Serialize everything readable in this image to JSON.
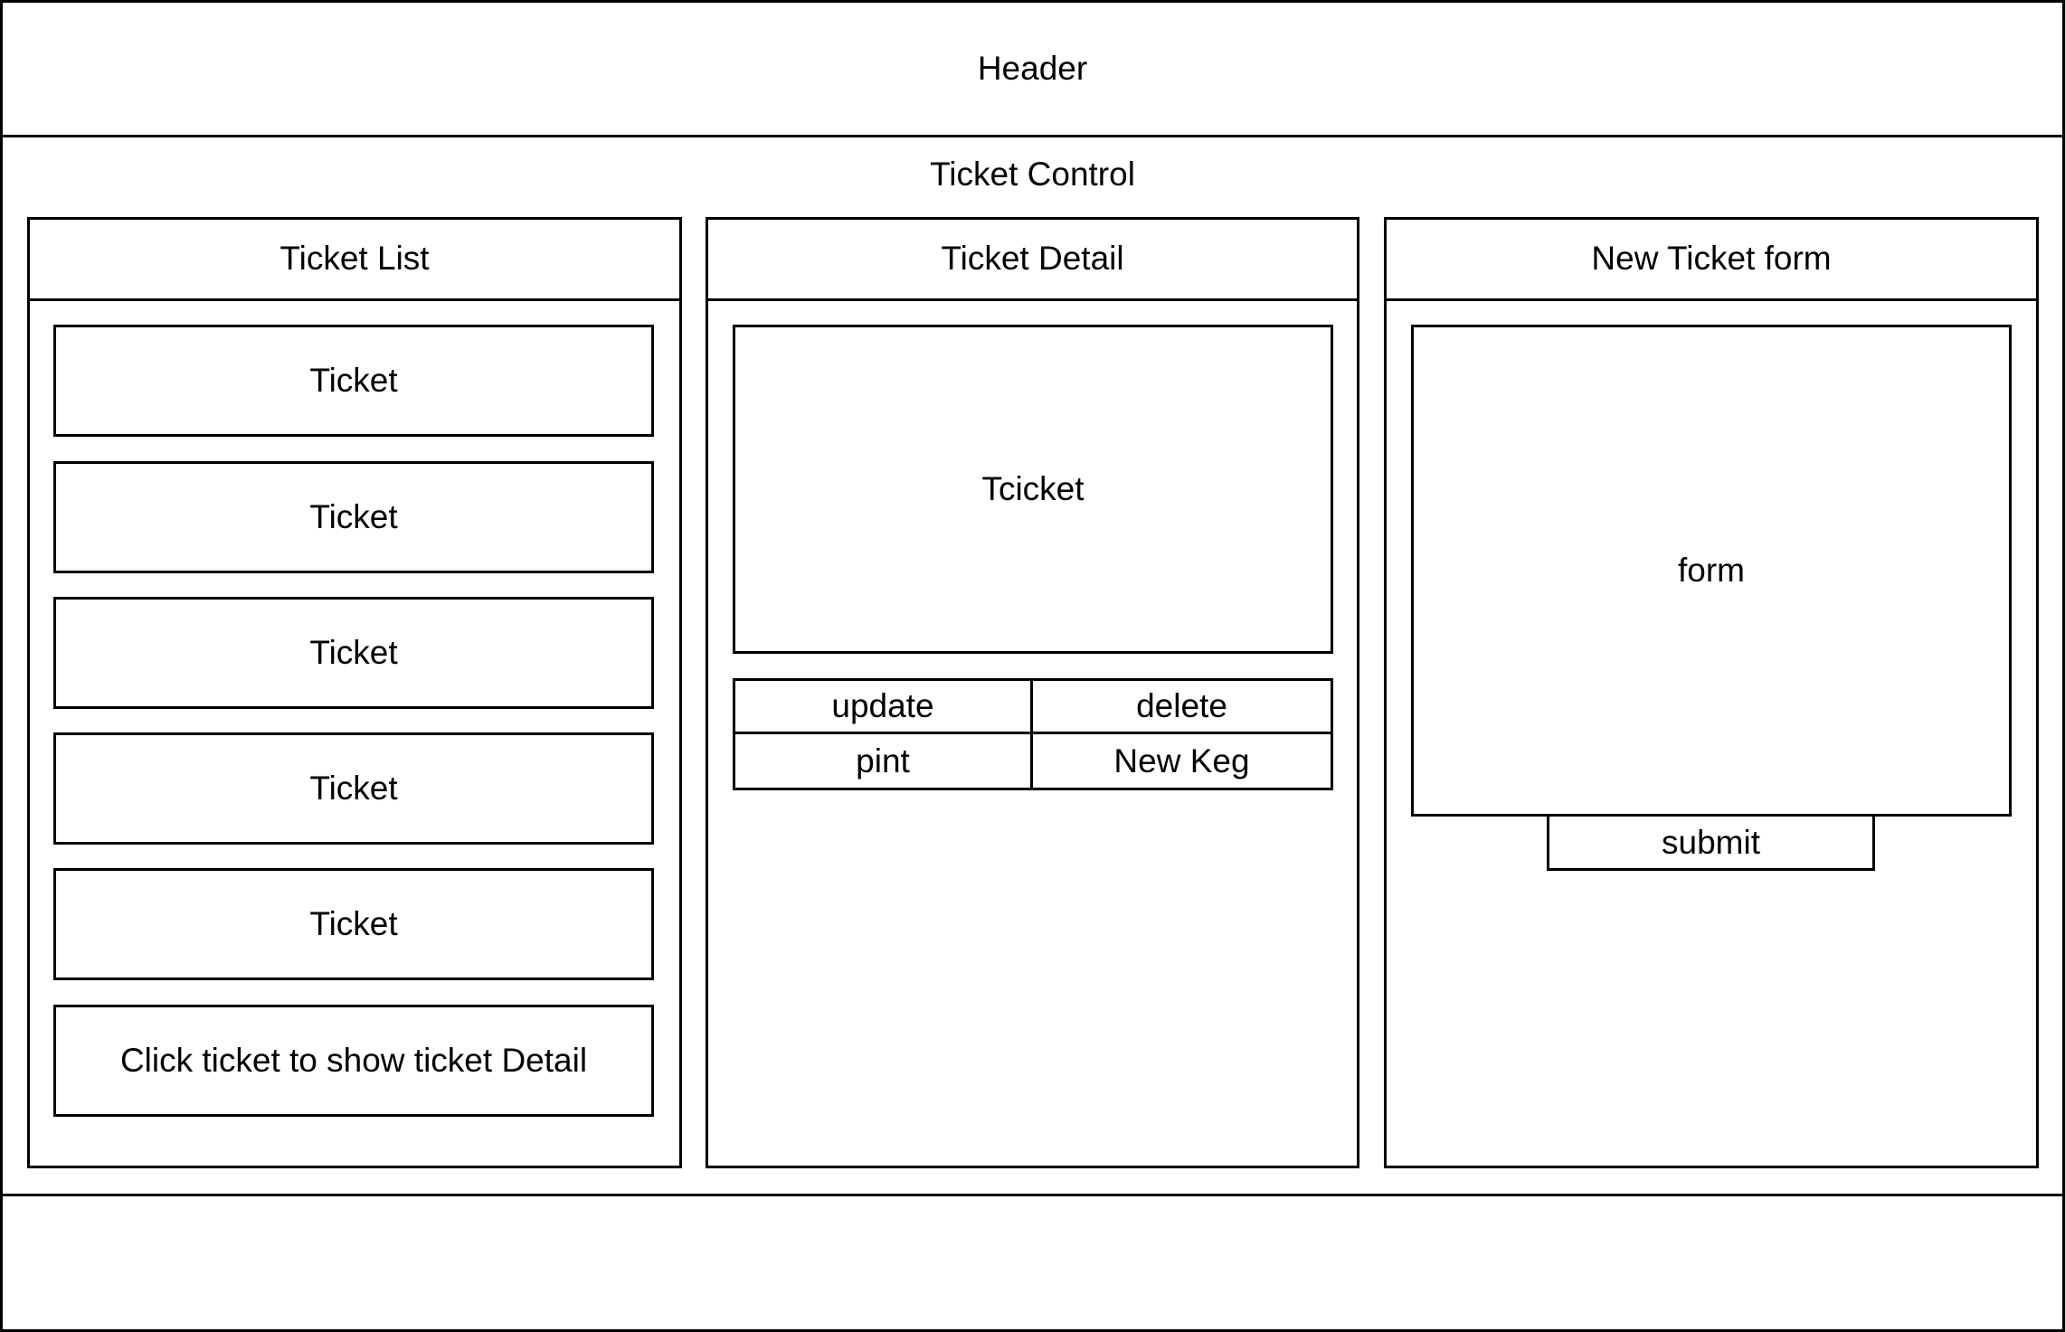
{
  "header": {
    "title": "Header"
  },
  "ticket_control": {
    "title": "Ticket Control",
    "ticket_list": {
      "title": "Ticket List",
      "items": [
        "Ticket",
        "Ticket",
        "Ticket",
        "Ticket",
        "Ticket"
      ],
      "hint": "Click ticket to show ticket Detail"
    },
    "ticket_detail": {
      "title": "Ticket Detail",
      "content": "Tcicket",
      "buttons": [
        "update",
        "delete",
        "pint",
        "New Keg"
      ]
    },
    "new_ticket_form": {
      "title": "New Ticket form",
      "form_label": "form",
      "submit_label": "submit"
    }
  },
  "footer": {}
}
